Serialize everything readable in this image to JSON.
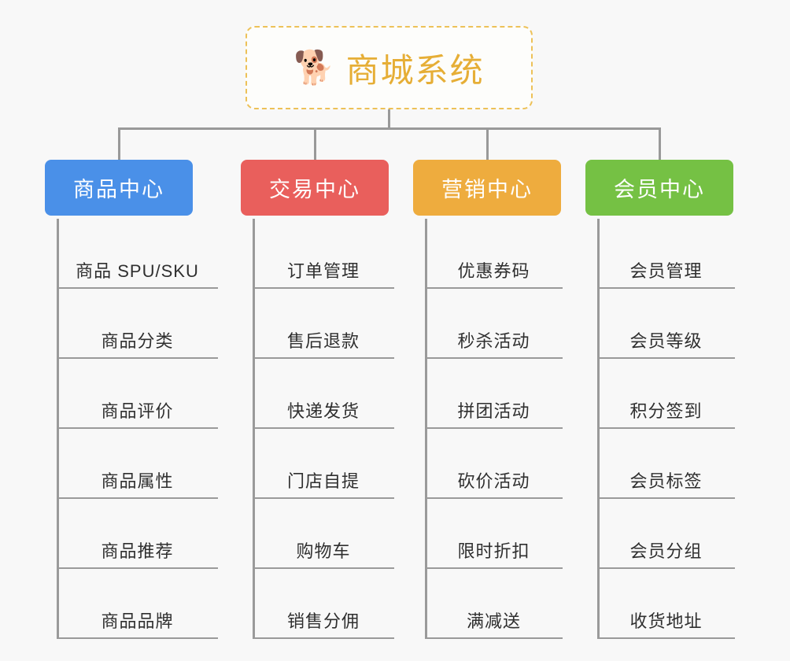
{
  "canvas": {
    "background": "#f8f8f8",
    "connector_color": "#999999"
  },
  "root": {
    "icon": "shiba-dog-face-icon",
    "emoji": "🐕",
    "title": "商城系统",
    "title_color": "#e6ae36",
    "border_color": "#edc158"
  },
  "categories": [
    {
      "label": "商品中心",
      "color": "#4a90e8",
      "items": [
        "商品 SPU/SKU",
        "商品分类",
        "商品评价",
        "商品属性",
        "商品推荐",
        "商品品牌"
      ]
    },
    {
      "label": "交易中心",
      "color": "#e95f5c",
      "items": [
        "订单管理",
        "售后退款",
        "快递发货",
        "门店自提",
        "购物车",
        "销售分佣"
      ]
    },
    {
      "label": "营销中心",
      "color": "#eeac3e",
      "items": [
        "优惠券码",
        "秒杀活动",
        "拼团活动",
        "砍价活动",
        "限时折扣",
        "满减送"
      ]
    },
    {
      "label": "会员中心",
      "color": "#75c144",
      "items": [
        "会员管理",
        "会员等级",
        "积分签到",
        "会员标签",
        "会员分组",
        "收货地址"
      ]
    }
  ]
}
